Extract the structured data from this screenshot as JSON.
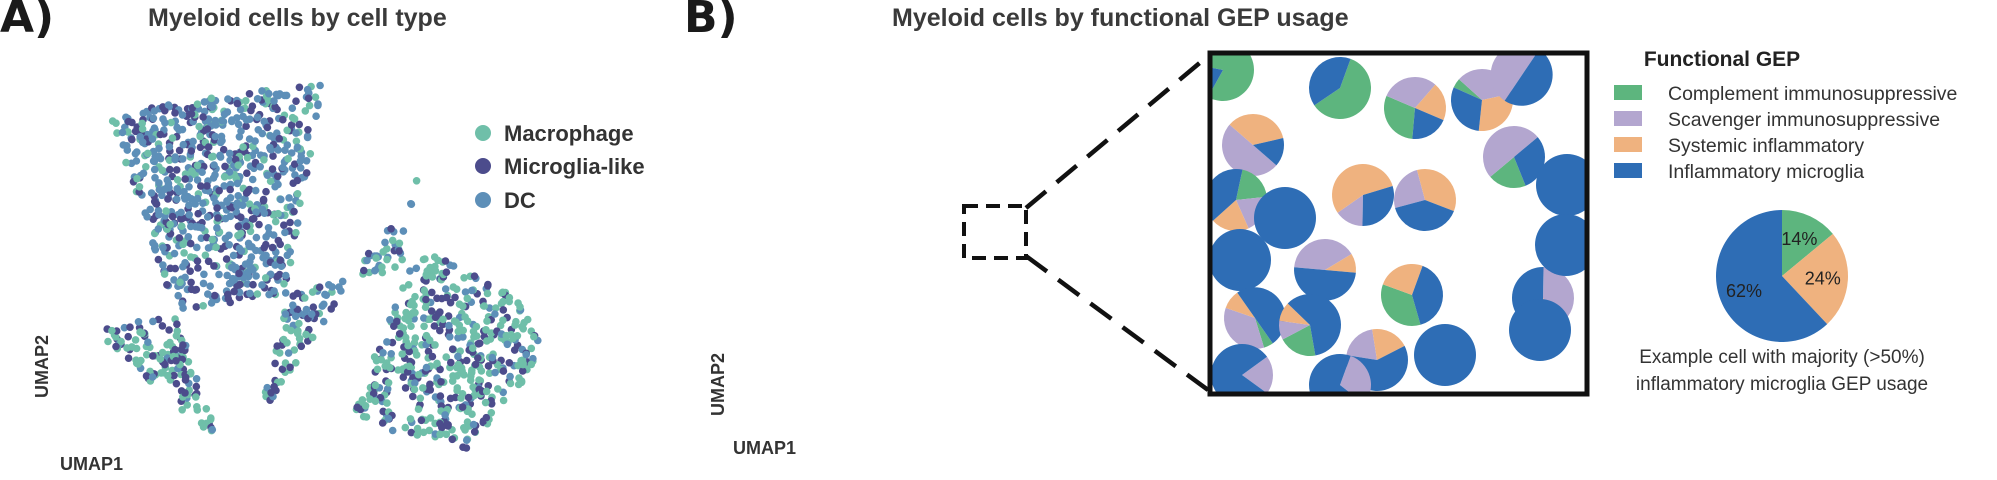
{
  "panel_a": {
    "letter": "A)",
    "title": "Myeloid cells by cell type",
    "xlabel": "UMAP1",
    "ylabel": "UMAP2"
  },
  "panel_b": {
    "letter": "B)",
    "title": "Myeloid cells by functional GEP usage",
    "xlabel": "UMAP1",
    "ylabel": "UMAP2",
    "legend_title": "Functional GEP",
    "example_caption_line1": "Example cell with majority (>50%)",
    "example_caption_line2": "inflammatory microglia GEP usage"
  },
  "colors": {
    "macrophage": "#6fbfa9",
    "microglia_like": "#4c4c8c",
    "dc": "#5d8fb8",
    "complement": "#5db57e",
    "scavenger": "#b3a6cf",
    "systemic": "#efb27f",
    "inflammatory": "#2e6db5"
  },
  "chart_data": [
    {
      "type": "scatter",
      "title": "Myeloid cells by cell type",
      "xlabel": "UMAP1",
      "ylabel": "UMAP2",
      "series": [
        {
          "name": "Macrophage",
          "color": "#6fbfa9"
        },
        {
          "name": "Microglia-like",
          "color": "#4c4c8c"
        },
        {
          "name": "DC",
          "color": "#5d8fb8"
        }
      ]
    },
    {
      "type": "scatter",
      "title": "Myeloid cells by functional GEP usage",
      "xlabel": "UMAP1",
      "ylabel": "UMAP2",
      "legend_title": "Functional GEP",
      "series": [
        {
          "name": "Complement immunosuppressive",
          "color": "#5db57e"
        },
        {
          "name": "Scavenger immunosuppressive",
          "color": "#b3a6cf"
        },
        {
          "name": "Systemic inflammatory",
          "color": "#efb27f"
        },
        {
          "name": "Inflammatory microglia",
          "color": "#2e6db5"
        }
      ]
    },
    {
      "type": "pie",
      "caption": "Example cell with majority (>50%) inflammatory microglia GEP usage",
      "slices": [
        {
          "name": "Complement immunosuppressive",
          "value": 14,
          "label": "14%",
          "color": "#5db57e"
        },
        {
          "name": "Systemic inflammatory",
          "value": 24,
          "label": "24%",
          "color": "#efb27f"
        },
        {
          "name": "Inflammatory microglia",
          "value": 62,
          "label": "62%",
          "color": "#2e6db5"
        }
      ]
    }
  ]
}
